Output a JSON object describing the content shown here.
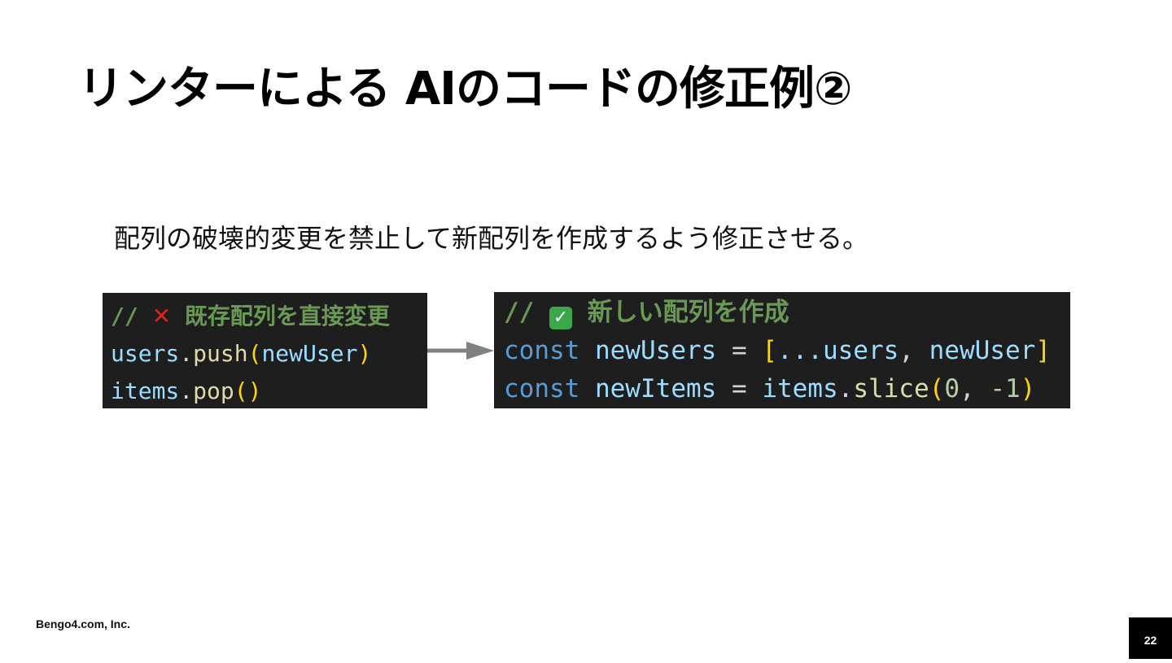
{
  "slide": {
    "title": "リンターによる AIのコードの修正例②",
    "lead": "配列の破壊的変更を禁止して新配列を作成するよう修正させる。"
  },
  "code_before": {
    "comment_prefix": "// ",
    "cross_icon": "✕",
    "comment_text": " 既存配列を直接変更",
    "line2": {
      "obj": "users",
      "dot": ".",
      "method": "push",
      "open": "(",
      "arg": "newUser",
      "close": ")"
    },
    "line3": {
      "obj": "items",
      "dot": ".",
      "method": "pop",
      "parens": "()"
    }
  },
  "code_after": {
    "comment_prefix": "// ",
    "check_icon": "✓",
    "comment_text": " 新しい配列を作成",
    "line2": {
      "kw": "const",
      "name": "newUsers",
      "eq": " = ",
      "open": "[",
      "spread": "...users",
      "comma": ", ",
      "item": "newUser",
      "close": "]"
    },
    "line3": {
      "kw": "const",
      "name": "newItems",
      "eq": " = ",
      "obj": "items",
      "dot": ".",
      "method": "slice",
      "open": "(",
      "arg1": "0",
      "comma": ", ",
      "arg2": "-1",
      "close": ")"
    }
  },
  "footer": {
    "company": "Bengo4.com, Inc.",
    "page_number": "22"
  },
  "colors": {
    "code_background": "#1e1e1e",
    "comment": "#6a9955",
    "variable": "#9cdcfe",
    "keyword": "#569cd6",
    "function": "#dcdcaa",
    "bracket": "#ffd700",
    "arrow": "#808080",
    "cross": "#e0201b",
    "check": "#3aa74a"
  }
}
